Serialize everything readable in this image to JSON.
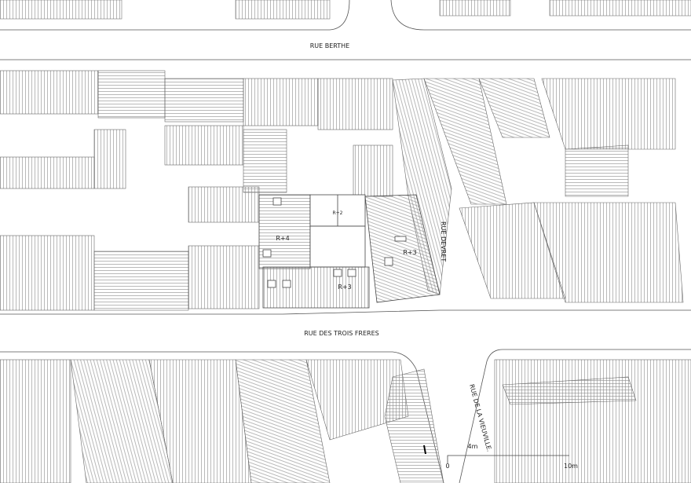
{
  "streets": {
    "top": "RUE BERTHE",
    "middle": "RUE DES TROIS FRERES",
    "vertical_right": "RUE DEVRET",
    "vertical_bottom": "RUE DE LA VIEUVILLE."
  },
  "levels": {
    "west": "R+4",
    "courtyard": "R+2",
    "east": "R+3",
    "south": "R+3"
  },
  "scale_bar": {
    "zero": "0",
    "mid": "4m",
    "end": "10m"
  },
  "colors": {
    "line": "#555555",
    "hatch": "#8a8a8a",
    "background": "#ffffff"
  }
}
